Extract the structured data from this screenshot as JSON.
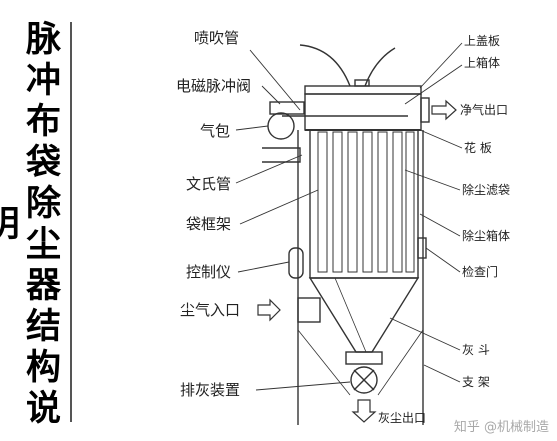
{
  "title": "脉冲布袋除尘器结构说明",
  "labels": {
    "blow_pipe": "喷吹管",
    "solenoid_valve": "电磁脉冲阀",
    "air_bag": "气包",
    "venturi": "文氏管",
    "bag_cage": "袋框架",
    "controller": "控制仪",
    "dirty_inlet": "尘气入口",
    "discharge_device": "排灰装置",
    "top_cover": "上盖板",
    "upper_box": "上箱体",
    "clean_outlet": "净气出口",
    "tube_sheet": "花 板",
    "filter_bag": "除尘滤袋",
    "dust_box": "除尘箱体",
    "inspection_door": "检查门",
    "hopper": "灰 斗",
    "support": "支 架",
    "ash_outlet": "灰尘出口"
  },
  "watermark": "知乎 @机械制造",
  "colors": {
    "line": "#333333",
    "text": "#222222"
  }
}
